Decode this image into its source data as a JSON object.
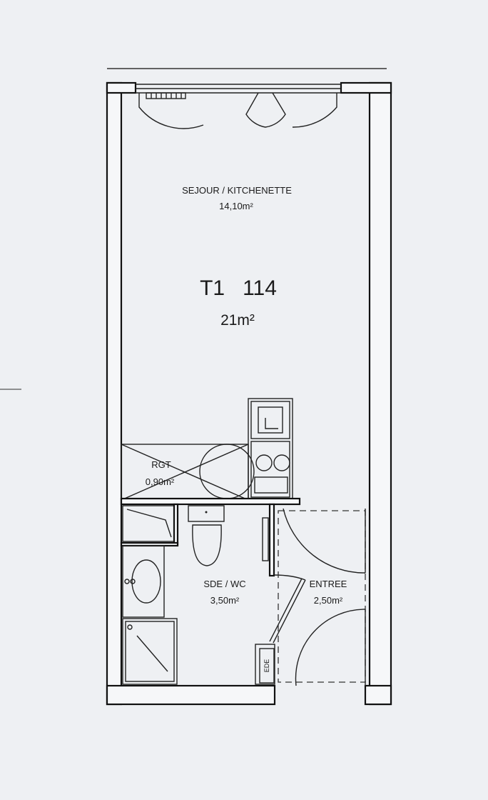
{
  "plan": {
    "unit_name": "T1   114",
    "unit_area": "21m²",
    "rooms": [
      {
        "name": "SEJOUR / KITCHENETTE",
        "area": "14,10m²"
      },
      {
        "name": "RGT",
        "area": "0,90m²"
      },
      {
        "name": "SDE / WC",
        "area": "3,50m²"
      },
      {
        "name": "ENTREE",
        "area": "2,50m²"
      }
    ],
    "fixture_label": "EDE"
  }
}
